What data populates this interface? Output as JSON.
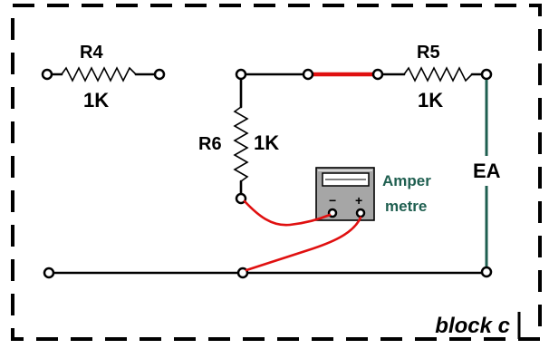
{
  "block": {
    "label": "block c"
  },
  "components": {
    "r4": {
      "name": "R4",
      "value": "1K"
    },
    "r5": {
      "name": "R5",
      "value": "1K"
    },
    "r6": {
      "name": "R6",
      "value": "1K"
    },
    "ea": {
      "name": "EA"
    },
    "ammeter": {
      "label_line1": "Amper",
      "label_line2": "metre",
      "minus_sign": "−",
      "plus_sign": "+"
    }
  },
  "colors": {
    "wire": "#000000",
    "jumper": "#e01010",
    "ea_line": "#1f5f50",
    "ammeter_label": "#1f5f50",
    "ammeter_body": "#a6a6a6",
    "border": "#000000"
  }
}
